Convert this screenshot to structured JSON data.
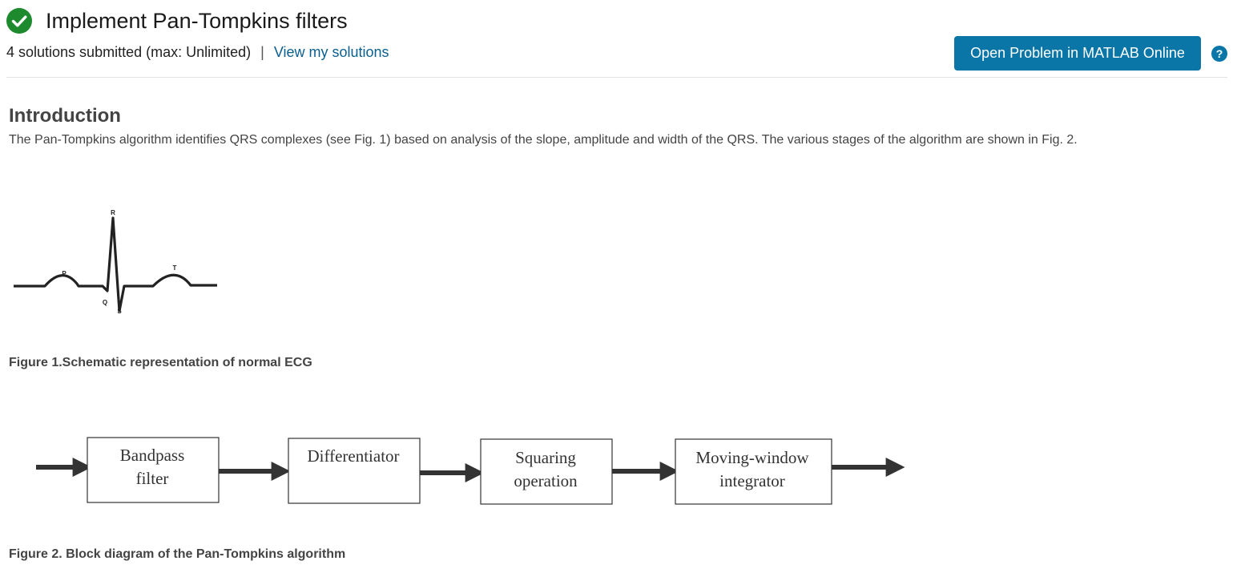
{
  "header": {
    "title": "Implement Pan-Tompkins filters",
    "solutions_text": "4 solutions submitted (max: Unlimited)",
    "separator": "|",
    "view_solutions_link": "View my solutions",
    "open_button_label": "Open Problem in MATLAB Online",
    "help_icon_glyph": "?"
  },
  "icons": {
    "status": "check-circle-icon",
    "help": "help-circle-icon"
  },
  "colors": {
    "success": "#1e8a2e",
    "primary_button": "#0a76a8",
    "link": "#0b5f8f"
  },
  "introduction": {
    "heading": "Introduction",
    "text": "The Pan-Tompkins algorithm identifies QRS complexes (see Fig. 1) based on analysis of the slope, amplitude and width of the QRS. The various stages of the algorithm are shown in Fig. 2."
  },
  "figure1": {
    "wave_labels": {
      "p": "P",
      "q": "Q",
      "r": "R",
      "s": "S",
      "t": "T"
    },
    "caption": "Figure 1.Schematic representation of normal ECG"
  },
  "figure2": {
    "blocks": [
      {
        "line1": "Bandpass",
        "line2": "filter"
      },
      {
        "line1": "Differentiator",
        "line2": ""
      },
      {
        "line1": "Squaring",
        "line2": "operation"
      },
      {
        "line1": "Moving-window",
        "line2": "integrator"
      }
    ],
    "caption": "Figure 2. Block diagram of the Pan-Tompkins algorithm"
  }
}
